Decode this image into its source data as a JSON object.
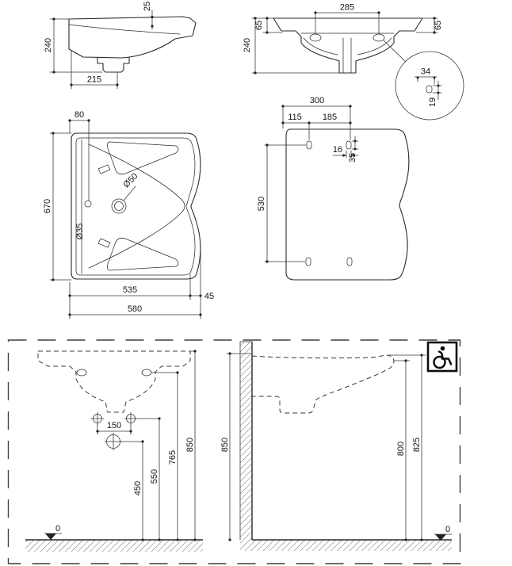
{
  "drawing": {
    "side": {
      "rim_thickness": "25",
      "height": "240",
      "drain_offset": "215"
    },
    "front": {
      "tap_hole_spacing": "285",
      "flange_height_left": "65",
      "flange_height_right": "65",
      "height": "240"
    },
    "detail": {
      "slot_offset": "34",
      "slot_height": "19"
    },
    "plan": {
      "tap_hole_offset": "80",
      "depth": "670",
      "drain_diameter": "Ø50",
      "tap_hole_diameter": "Ø35",
      "width_to_waist": "535",
      "waist_depth": "45",
      "width": "580"
    },
    "underside": {
      "fixing_hole_span": "300",
      "fixing_hole_left": "115",
      "fixing_hole_right": "185",
      "slot_width": "16",
      "slot_length": "35",
      "fixing_hole_vertical": "530"
    },
    "install_front": {
      "supply_spacing": "150",
      "drain_height": "450",
      "supply_height": "550",
      "fixing_height": "765",
      "rim_height": "850",
      "datum": "0"
    },
    "install_side": {
      "rim_height": "850",
      "front_height": "800",
      "top_height": "825",
      "datum": "0"
    },
    "accessibility": {
      "icon": "wheelchair-accessible"
    }
  }
}
